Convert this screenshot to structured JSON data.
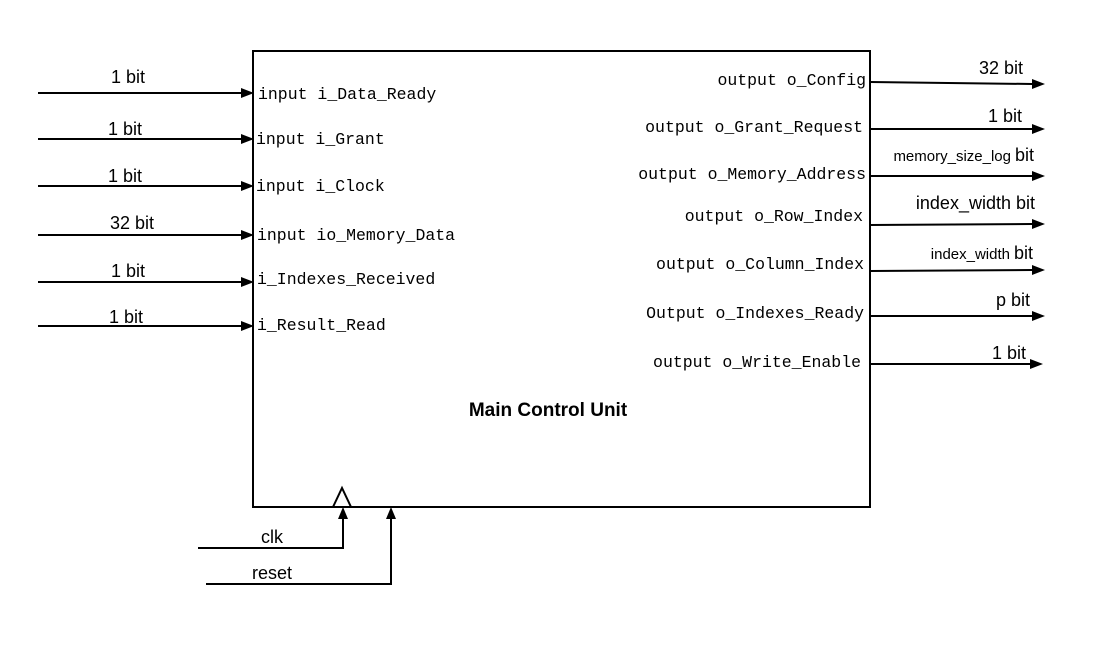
{
  "block": {
    "title": "Main Control Unit"
  },
  "inputs": [
    {
      "kw": "input",
      "name": "i_Data_Ready",
      "width": "1 bit"
    },
    {
      "kw": "input",
      "name": "i_Grant",
      "width": "1 bit"
    },
    {
      "kw": "input",
      "name": "i_Clock",
      "width": "1 bit"
    },
    {
      "kw": "input",
      "name": "io_Memory_Data",
      "width": "32 bit"
    },
    {
      "kw": "",
      "name": "i_Indexes_Received",
      "width": "1 bit"
    },
    {
      "kw": "",
      "name": "i_Result_Read",
      "width": "1 bit"
    }
  ],
  "outputs": [
    {
      "kw": "output",
      "name": "o_Config",
      "width_var": "",
      "width_unit": "32 bit"
    },
    {
      "kw": "output",
      "name": "o_Grant_Request",
      "width_var": "",
      "width_unit": "1 bit"
    },
    {
      "kw": "output",
      "name": "o_Memory_Address",
      "width_var": "memory_size_log",
      "width_unit": "bit"
    },
    {
      "kw": "output",
      "name": "o_Row_Index",
      "width_var": "index_width",
      "width_unit": "bit"
    },
    {
      "kw": "output",
      "name": "o_Column_Index",
      "width_var": "index_width",
      "width_unit": "bit"
    },
    {
      "kw": "Output",
      "name": "o_Indexes_Ready",
      "width_var": "",
      "width_unit": "p bit"
    },
    {
      "kw": "output",
      "name": "o_Write_Enable",
      "width_var": "",
      "width_unit": "1 bit"
    }
  ],
  "control": {
    "clk": "clk",
    "reset": "reset"
  }
}
